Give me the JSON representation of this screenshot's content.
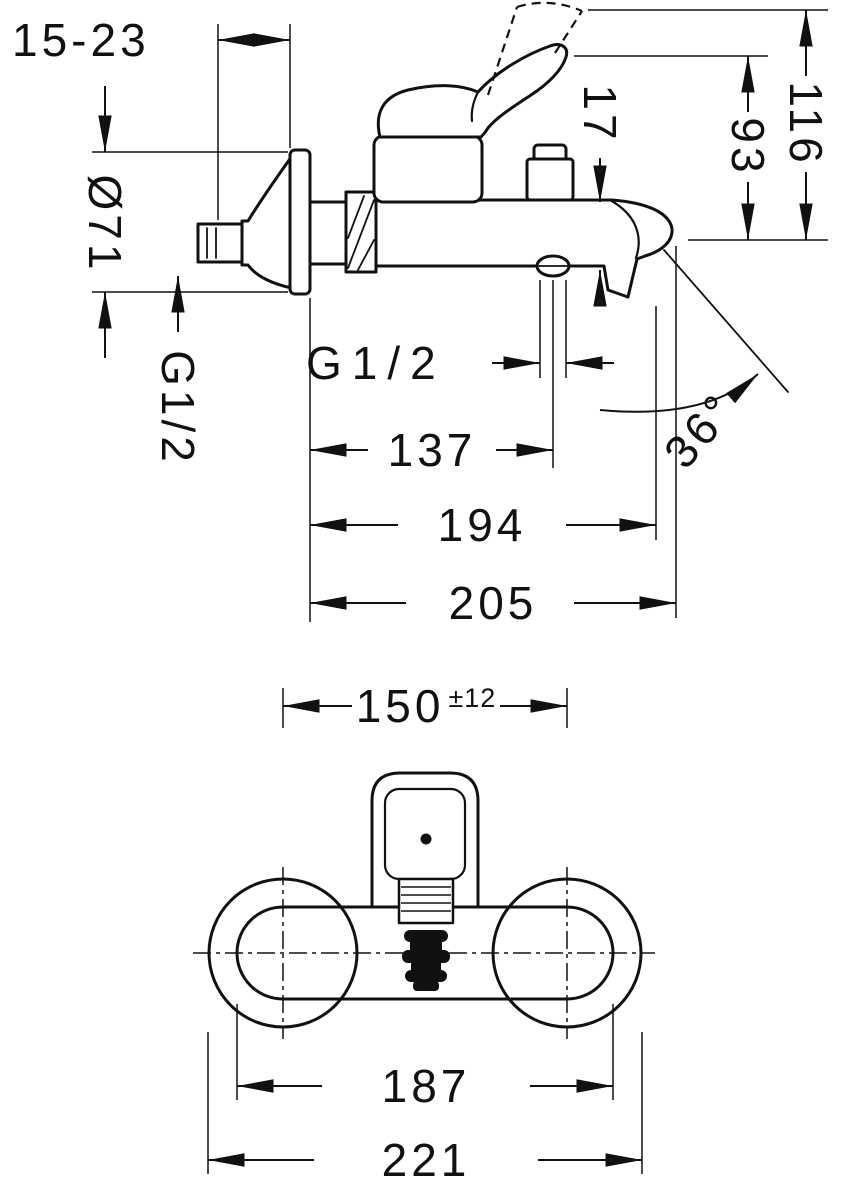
{
  "colors": {
    "ink": "#111111",
    "paper": "#ffffff"
  },
  "drawing": {
    "side": {
      "dims": {
        "wall_distance_range": "15-23",
        "escutcheon_diameter": "Ø71",
        "wall_thread": "G1/2",
        "spout_drop": "17",
        "height_to_lever": "93",
        "height_overall": "116",
        "shower_outlet_thread": "G1/2",
        "length_to_shower_outlet": "137",
        "length_to_spout_outlet": "194",
        "length_overall": "205",
        "spout_angle": "36°"
      }
    },
    "front": {
      "dims": {
        "connection_distance": "150",
        "connection_tolerance": "±12",
        "body_width": "187",
        "overall_width": "221"
      }
    }
  }
}
